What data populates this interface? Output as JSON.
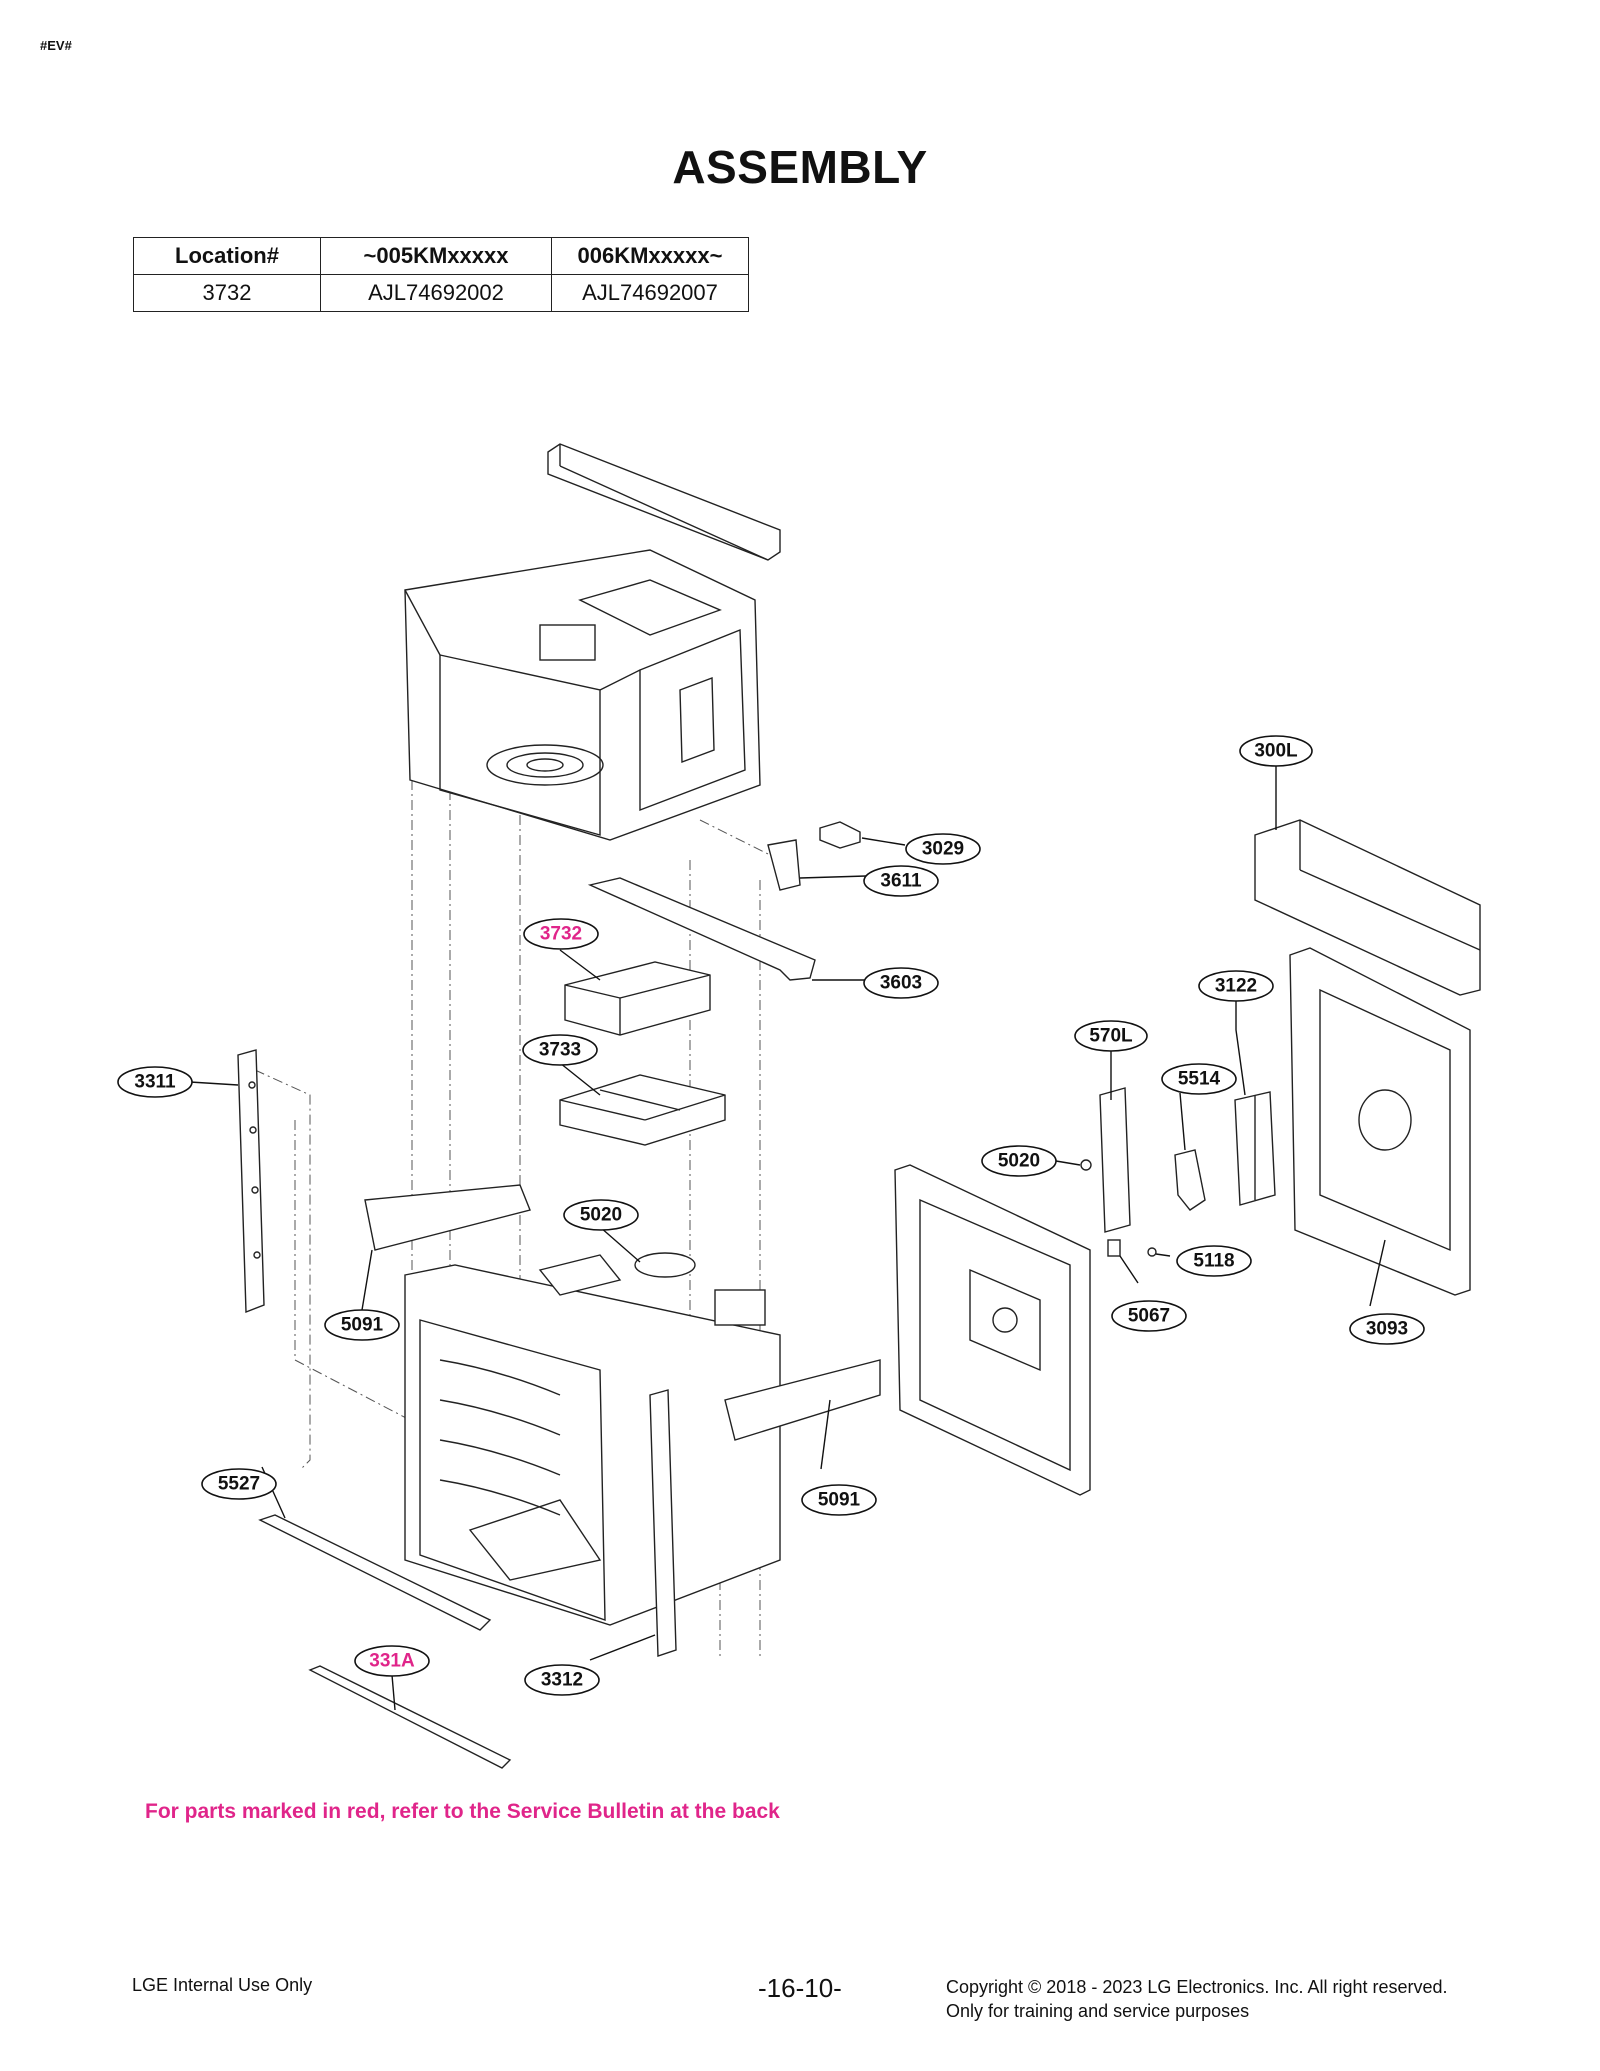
{
  "header": {
    "tag": "#EV#",
    "title": "ASSEMBLY"
  },
  "table": {
    "columns": [
      "Location#",
      "~005KMxxxxx",
      "006KMxxxxx~"
    ],
    "rows": [
      [
        "3732",
        "AJL74692002",
        "AJL74692007"
      ]
    ]
  },
  "callouts": {
    "c300L": "300L",
    "c3029": "3029",
    "c3611": "3611",
    "c3732": "3732",
    "c3603": "3603",
    "c3122": "3122",
    "c570L": "570L",
    "c3311": "3311",
    "c3733": "3733",
    "c5514": "5514",
    "c5020a": "5020",
    "c5020b": "5020",
    "c5118": "5118",
    "c5091a": "5091",
    "c5067": "5067",
    "c3093": "3093",
    "c5527": "5527",
    "c5091b": "5091",
    "c331A": "331A",
    "c3312": "3312"
  },
  "colors": {
    "highlight": "#e0258a",
    "line": "#222222"
  },
  "notice": "For parts marked in red, refer to the Service Bulletin at the back",
  "footer": {
    "left": "LGE Internal Use Only",
    "page": "-16-10-",
    "copyright": "Copyright © 2018 - 2023 LG Electronics. Inc. All right reserved.",
    "purpose": "Only for training and service purposes"
  }
}
